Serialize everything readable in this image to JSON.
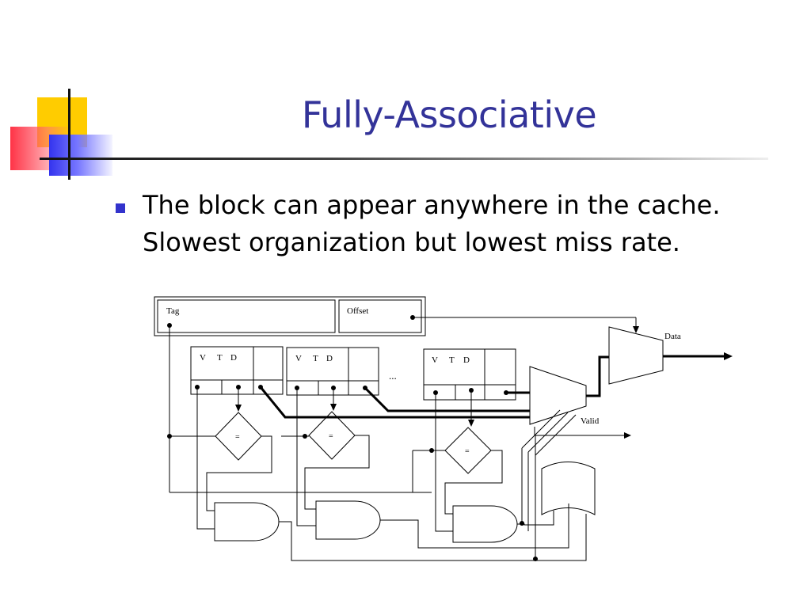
{
  "slide": {
    "title": "Fully-Associative",
    "bullet": {
      "line1": "The block can appear anywhere in the cache.",
      "line2": "Slowest organization but lowest miss rate."
    }
  },
  "diagram": {
    "address_fields": {
      "tag": "Tag",
      "offset": "Offset"
    },
    "entry_labels": {
      "v": "V",
      "t": "T",
      "d": "D"
    },
    "ellipsis": "...",
    "comparator_symbol": "=",
    "outputs": {
      "data": "Data",
      "valid": "Valid"
    }
  }
}
